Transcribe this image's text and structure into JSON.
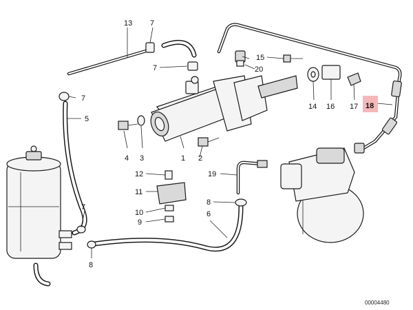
{
  "labels": {
    "l1": "1",
    "l2": "2",
    "l3": "3",
    "l4": "4",
    "l5": "5",
    "l6": "6",
    "l7a": "7",
    "l7b": "7",
    "l7c": "7",
    "l7d": "7",
    "l8a": "8",
    "l8b": "8",
    "l9": "9",
    "l10": "10",
    "l11": "11",
    "l12": "12",
    "l13": "13",
    "l14": "14",
    "l15": "15",
    "l16": "16",
    "l17": "17",
    "l18": "18",
    "l19": "19",
    "l20": "20"
  },
  "highlight": {
    "part": "18",
    "color": "#f4b8b8"
  },
  "reference_number": "00004480"
}
